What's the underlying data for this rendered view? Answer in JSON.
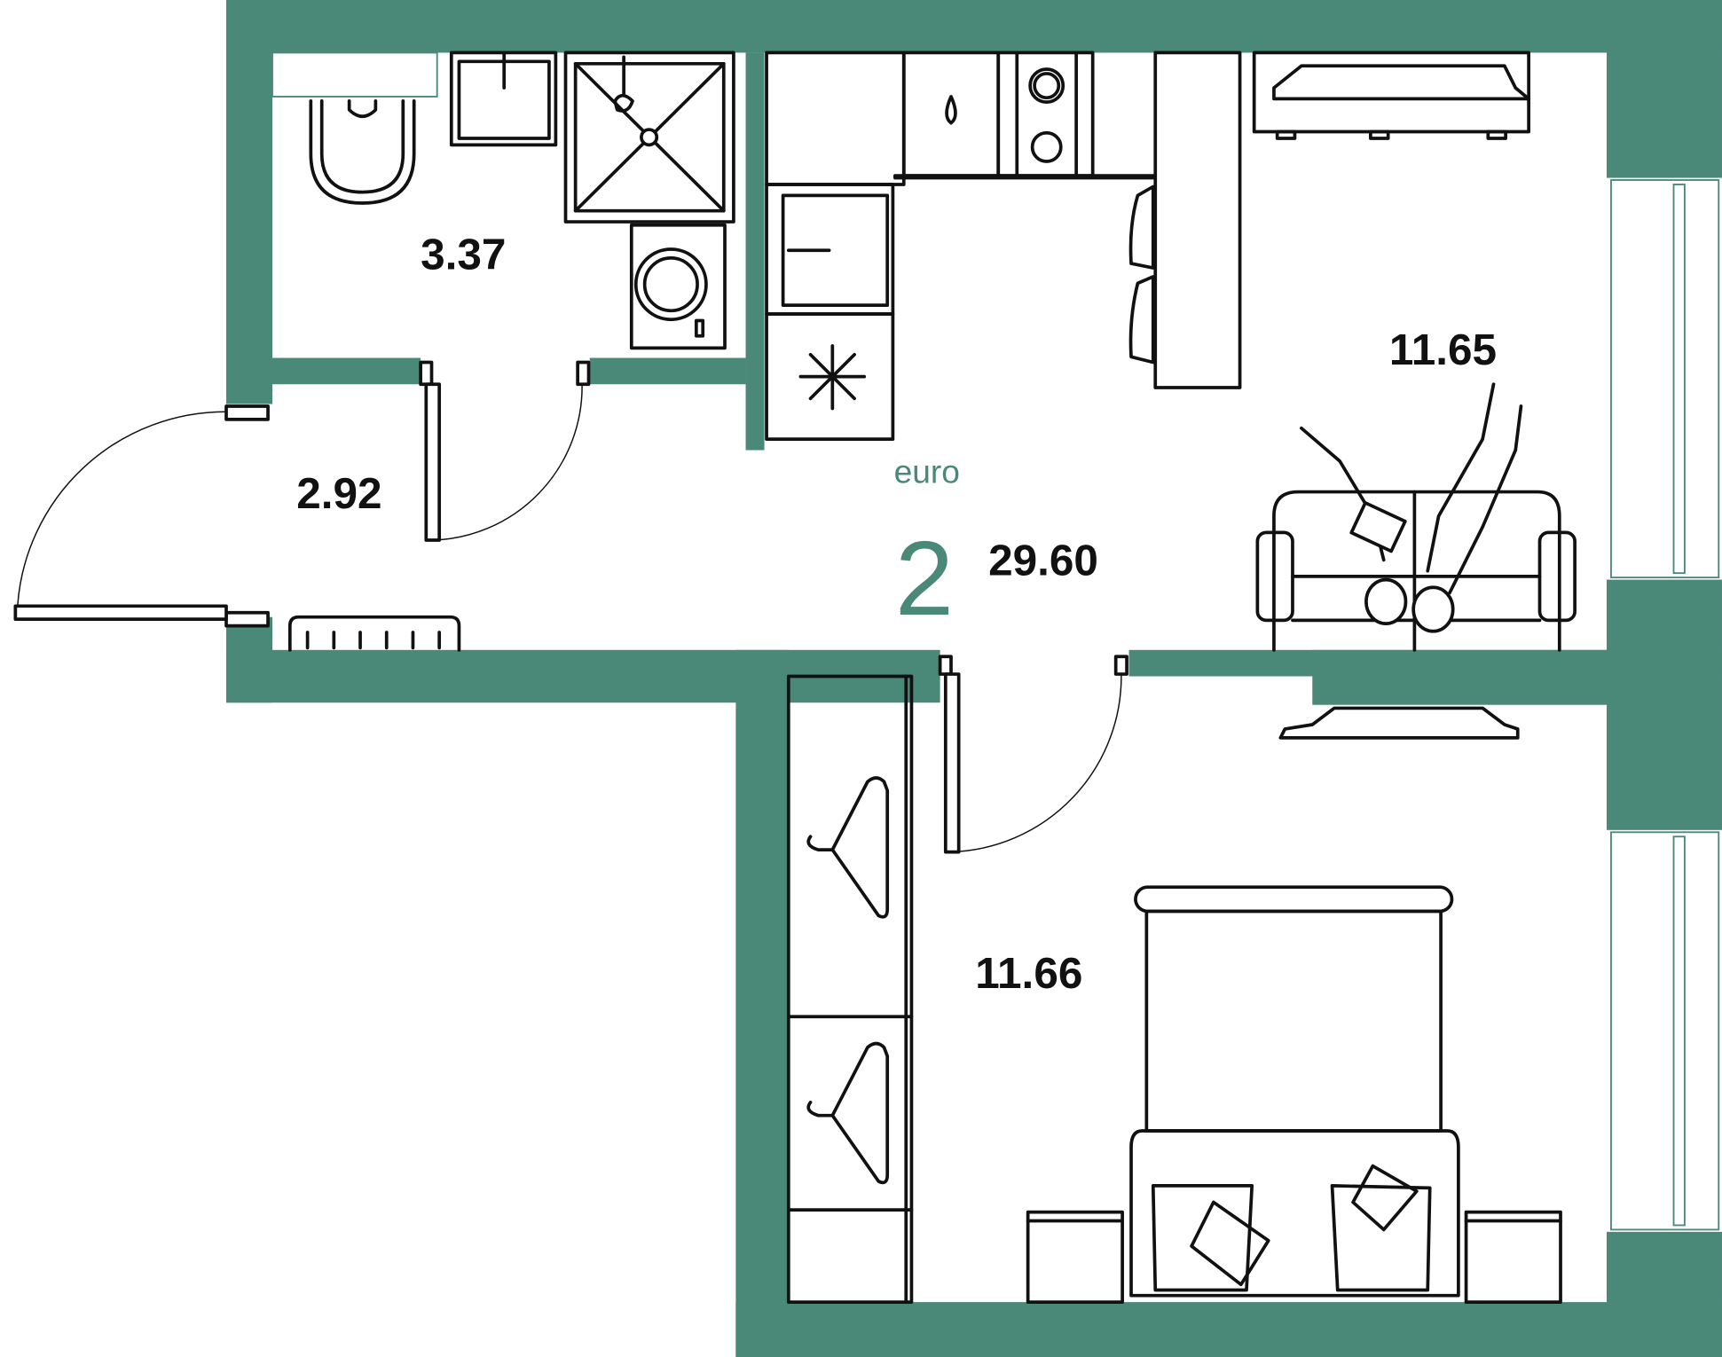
{
  "plan": {
    "type_label": "euro",
    "room_count": "2",
    "total_area": "29.60",
    "wall_color": "#4a8878"
  },
  "rooms": {
    "bathroom": {
      "area": "3.37"
    },
    "hallway": {
      "area": "2.92"
    },
    "kitchen_living": {
      "area": "11.65"
    },
    "bedroom": {
      "area": "11.66"
    }
  }
}
